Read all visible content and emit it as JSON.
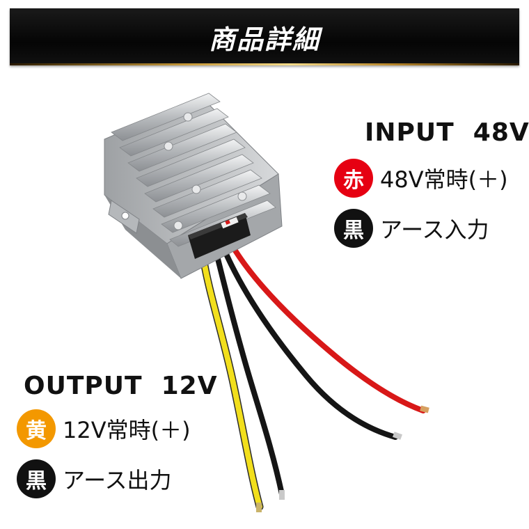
{
  "header": {
    "title": "商品詳細"
  },
  "input": {
    "heading": "INPUT  48V",
    "rows": [
      {
        "badge": "赤",
        "badge_color": "#e60012",
        "text": "48V常時(＋)"
      },
      {
        "badge": "黒",
        "badge_color": "#111111",
        "text": "アース入力"
      }
    ]
  },
  "output": {
    "heading": "OUTPUT  12V",
    "rows": [
      {
        "badge": "黄",
        "badge_color": "#f39800",
        "text": "12V常時(＋)"
      },
      {
        "badge": "黒",
        "badge_color": "#111111",
        "text": "アース出力"
      }
    ]
  },
  "colors": {
    "wire_red": "#d81818",
    "wire_black": "#151515",
    "wire_yellow": "#f2df1c",
    "housing": "#c9cbcd"
  }
}
